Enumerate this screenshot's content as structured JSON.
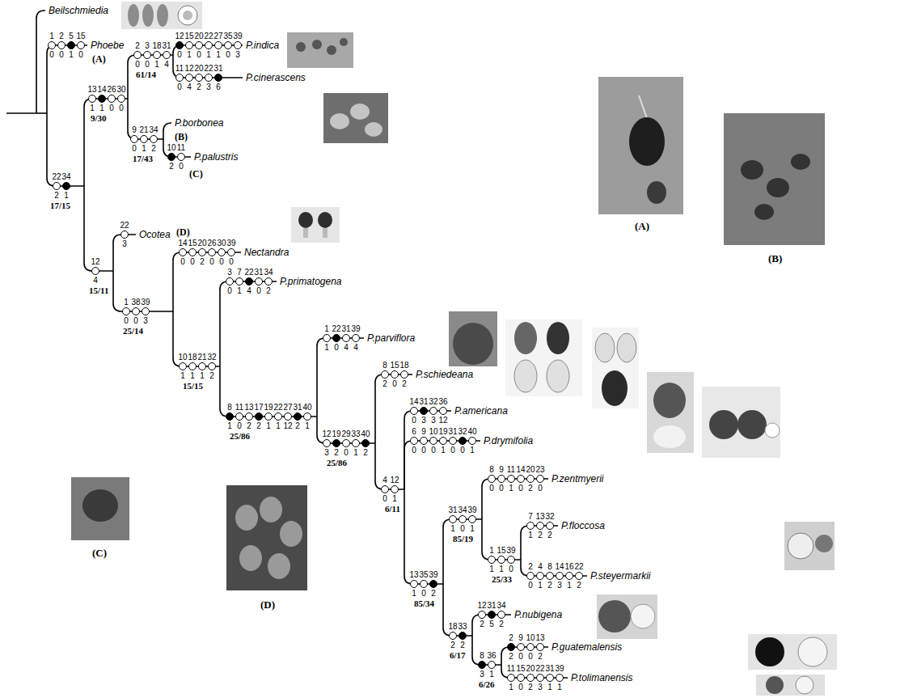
{
  "diagram": {
    "labels": [
      "Beilschmiedia",
      "1",
      "2",
      "5",
      "15",
      "0",
      "0",
      "1",
      "0",
      "Phoebe",
      "(A)",
      "22",
      "34",
      "2",
      "1",
      "17/15",
      "13",
      "14",
      "26",
      "30",
      "1",
      "1",
      "0",
      "0",
      "9/30",
      "2",
      "3",
      "18",
      "31",
      "0",
      "0",
      "1",
      "4",
      "61/14",
      "12",
      "15",
      "20",
      "22",
      "27",
      "35",
      "39",
      "0",
      "1",
      "0",
      "1",
      "1",
      "0",
      "3",
      "P.indica",
      "11",
      "12",
      "20",
      "22",
      "31",
      "0",
      "4",
      "2",
      "3",
      "6",
      "P.cinerascens",
      "9",
      "21",
      "34",
      "0",
      "1",
      "2",
      "17/43",
      "P.borbonea",
      "(B)",
      "10",
      "11",
      "2",
      "0",
      "P.palustris",
      "(C)",
      "12",
      "4",
      "15/11",
      "22",
      "3",
      "Ocotea",
      "(D)",
      "1",
      "38",
      "39",
      "0",
      "0",
      "3",
      "25/14",
      "14",
      "15",
      "20",
      "26",
      "30",
      "39",
      "0",
      "0",
      "2",
      "0",
      "0",
      "0",
      "Nectandra",
      "10",
      "18",
      "21",
      "32",
      "1",
      "1",
      "1",
      "2",
      "15/15",
      "3",
      "7",
      "22",
      "31",
      "34",
      "0",
      "1",
      "4",
      "0",
      "2",
      "P.primatogena",
      "8",
      "11",
      "13",
      "17",
      "19",
      "22",
      "27",
      "31",
      "40",
      "1",
      "0",
      "2",
      "2",
      "1",
      "1",
      "12",
      "2",
      "1",
      "25/86",
      "1",
      "22",
      "31",
      "39",
      "1",
      "0",
      "4",
      "4",
      "P.parviflora",
      "12",
      "19",
      "29",
      "33",
      "40",
      "3",
      "2",
      "0",
      "1",
      "2",
      "25/86",
      "8",
      "15",
      "18",
      "2",
      "0",
      "2",
      "P.schiedeana",
      "4",
      "12",
      "0",
      "1",
      "6/11",
      "14",
      "31",
      "32",
      "36",
      "0",
      "3",
      "3",
      "12",
      "P.americana",
      "6",
      "9",
      "10",
      "19",
      "31",
      "32",
      "40",
      "0",
      "0",
      "0",
      "1",
      "0",
      "0",
      "1",
      "P.drymifolia",
      "13",
      "35",
      "39",
      "1",
      "0",
      "2",
      "85/34",
      "31",
      "34",
      "39",
      "1",
      "0",
      "1",
      "85/19",
      "8",
      "9",
      "11",
      "14",
      "20",
      "23",
      "0",
      "0",
      "1",
      "0",
      "2",
      "0",
      "P.zentmyerii",
      "1",
      "15",
      "39",
      "1",
      "1",
      "0",
      "25/33",
      "7",
      "13",
      "32",
      "1",
      "2",
      "2",
      "P.floccosa",
      "2",
      "4",
      "8",
      "14",
      "16",
      "22",
      "0",
      "1",
      "2",
      "3",
      "1",
      "2",
      "P.steyermarkii",
      "18",
      "33",
      "2",
      "2",
      "6/17",
      "12",
      "31",
      "34",
      "2",
      "5",
      "2",
      "P.nubigena",
      "8",
      "36",
      "3",
      "1",
      "6/26",
      "2",
      "9",
      "10",
      "13",
      "2",
      "0",
      "0",
      "2",
      "P.guatemalensis",
      "11",
      "15",
      "20",
      "22",
      "31",
      "39",
      "1",
      "0",
      "2",
      "3",
      "1",
      "1",
      "P.tolimanensis",
      "(A)",
      "(B)",
      "(C)",
      "(D)"
    ]
  }
}
